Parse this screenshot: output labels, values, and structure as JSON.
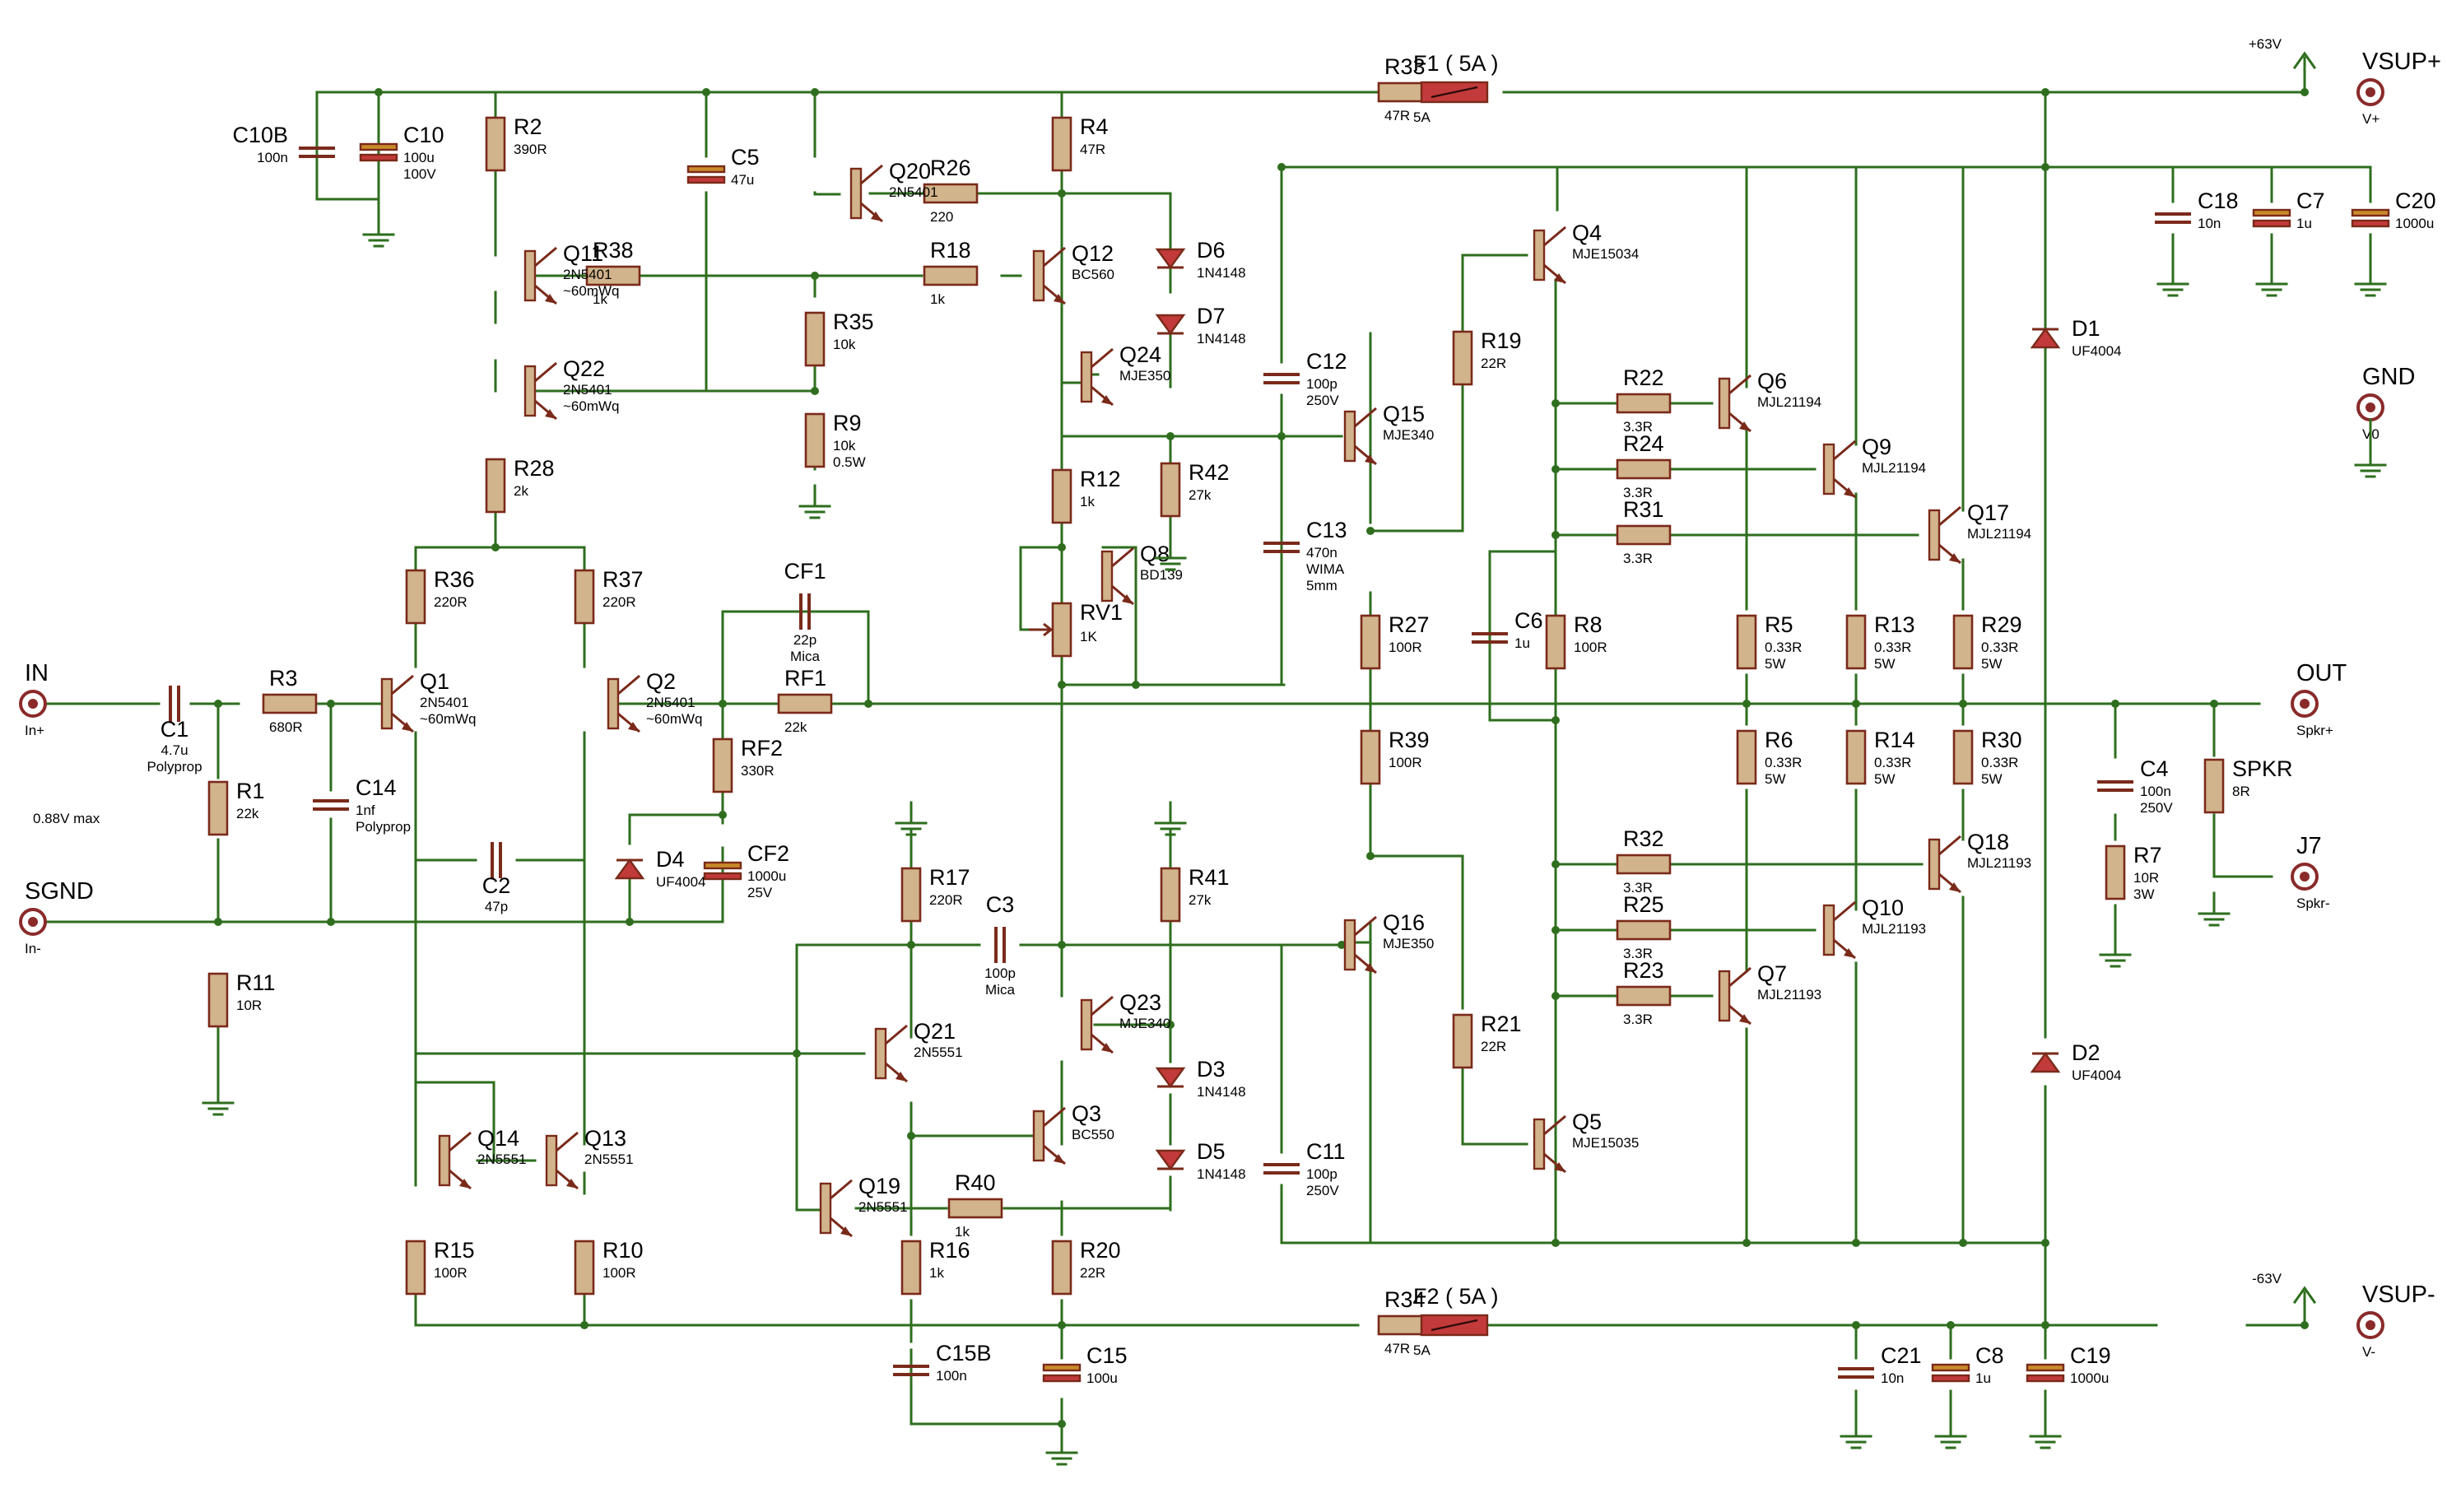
{
  "resistors": [
    {
      "ref": "R33",
      "val": "47R"
    },
    {
      "ref": "R2",
      "val": "390R"
    },
    {
      "ref": "R4",
      "val": "47R"
    },
    {
      "ref": "R26",
      "val": "220"
    },
    {
      "ref": "R38",
      "val": "1k"
    },
    {
      "ref": "R18",
      "val": "1k"
    },
    {
      "ref": "R35",
      "val": "10k"
    },
    {
      "ref": "R9",
      "val": "10k",
      "val2": "0.5W"
    },
    {
      "ref": "R28",
      "val": "2k"
    },
    {
      "ref": "R12",
      "val": "1k"
    },
    {
      "ref": "R42",
      "val": "27k"
    },
    {
      "ref": "R19",
      "val": "22R"
    },
    {
      "ref": "R22",
      "val": "3.3R"
    },
    {
      "ref": "R24",
      "val": "3.3R"
    },
    {
      "ref": "R31",
      "val": "3.3R"
    },
    {
      "ref": "R36",
      "val": "220R"
    },
    {
      "ref": "R37",
      "val": "220R"
    },
    {
      "ref": "R3",
      "val": "680R"
    },
    {
      "ref": "R1",
      "val": "22k"
    },
    {
      "ref": "R11",
      "val": "10R"
    },
    {
      "ref": "RF1",
      "val": "22k"
    },
    {
      "ref": "RF2",
      "val": "330R"
    },
    {
      "ref": "R27",
      "val": "100R"
    },
    {
      "ref": "R39",
      "val": "100R"
    },
    {
      "ref": "R8",
      "val": "100R"
    },
    {
      "ref": "R5",
      "val": "0.33R",
      "val2": "5W"
    },
    {
      "ref": "R13",
      "val": "0.33R",
      "val2": "5W"
    },
    {
      "ref": "R29",
      "val": "0.33R",
      "val2": "5W"
    },
    {
      "ref": "R6",
      "val": "0.33R",
      "val2": "5W"
    },
    {
      "ref": "R14",
      "val": "0.33R",
      "val2": "5W"
    },
    {
      "ref": "R30",
      "val": "0.33R",
      "val2": "5W"
    },
    {
      "ref": "R7",
      "val": "10R",
      "val2": "3W"
    },
    {
      "ref": "R17",
      "val": "220R"
    },
    {
      "ref": "R41",
      "val": "27k"
    },
    {
      "ref": "R32",
      "val": "3.3R"
    },
    {
      "ref": "R25",
      "val": "3.3R"
    },
    {
      "ref": "R23",
      "val": "3.3R"
    },
    {
      "ref": "R21",
      "val": "22R"
    },
    {
      "ref": "R40",
      "val": "1k"
    },
    {
      "ref": "R15",
      "val": "100R"
    },
    {
      "ref": "R10",
      "val": "100R"
    },
    {
      "ref": "R16",
      "val": "1k"
    },
    {
      "ref": "R20",
      "val": "22R"
    },
    {
      "ref": "R34",
      "val": "47R"
    },
    {
      "ref": "SPKR",
      "val": "8R"
    },
    {
      "ref": "RV1",
      "val": "1K"
    }
  ],
  "capacitors": [
    {
      "ref": "C10B",
      "val": "100n"
    },
    {
      "ref": "C10",
      "val": "100u",
      "val2": "100V"
    },
    {
      "ref": "C5",
      "val": "47u"
    },
    {
      "ref": "C12",
      "val": "100p",
      "val2": "250V"
    },
    {
      "ref": "C13",
      "val": "470n",
      "val2": "WIMA",
      "val3": "5mm"
    },
    {
      "ref": "C18",
      "val": "10n"
    },
    {
      "ref": "C7",
      "val": "1u"
    },
    {
      "ref": "C20",
      "val": "1000u"
    },
    {
      "ref": "C1",
      "val": "4.7u",
      "val2": "Polyprop"
    },
    {
      "ref": "C14",
      "val": "1nf",
      "val2": "Polyprop"
    },
    {
      "ref": "CF1",
      "val": "22p",
      "val2": "Mica"
    },
    {
      "ref": "C2",
      "val": "47p"
    },
    {
      "ref": "CF2",
      "val": "1000u",
      "val2": "25V"
    },
    {
      "ref": "C6",
      "val": "1u"
    },
    {
      "ref": "C4",
      "val": "100n",
      "val2": "250V"
    },
    {
      "ref": "C3",
      "val": "100p",
      "val2": "Mica"
    },
    {
      "ref": "C11",
      "val": "100p",
      "val2": "250V"
    },
    {
      "ref": "C15B",
      "val": "100n"
    },
    {
      "ref": "C15",
      "val": "100u"
    },
    {
      "ref": "C21",
      "val": "10n"
    },
    {
      "ref": "C8",
      "val": "1u"
    },
    {
      "ref": "C19",
      "val": "1000u"
    }
  ],
  "transistors": [
    {
      "ref": "Q11",
      "val": "2N5401",
      "val2": "~60mWq"
    },
    {
      "ref": "Q22",
      "val": "2N5401",
      "val2": "~60mWq"
    },
    {
      "ref": "Q20",
      "val": "2N5401"
    },
    {
      "ref": "Q12",
      "val": "BC560"
    },
    {
      "ref": "Q24",
      "val": "MJE350"
    },
    {
      "ref": "Q8",
      "val": "BD139"
    },
    {
      "ref": "Q4",
      "val": "MJE15034"
    },
    {
      "ref": "Q15",
      "val": "MJE340"
    },
    {
      "ref": "Q6",
      "val": "MJL21194"
    },
    {
      "ref": "Q9",
      "val": "MJL21194"
    },
    {
      "ref": "Q17",
      "val": "MJL21194"
    },
    {
      "ref": "Q1",
      "val": "2N5401",
      "val2": "~60mWq"
    },
    {
      "ref": "Q2",
      "val": "2N5401",
      "val2": "~60mWq"
    },
    {
      "ref": "Q18",
      "val": "MJL21193"
    },
    {
      "ref": "Q10",
      "val": "MJL21193"
    },
    {
      "ref": "Q7",
      "val": "MJL21193"
    },
    {
      "ref": "Q16",
      "val": "MJE350"
    },
    {
      "ref": "Q5",
      "val": "MJE15035"
    },
    {
      "ref": "Q21",
      "val": "2N5551"
    },
    {
      "ref": "Q23",
      "val": "MJE340"
    },
    {
      "ref": "Q3",
      "val": "BC550"
    },
    {
      "ref": "Q19",
      "val": "2N5551"
    },
    {
      "ref": "Q14",
      "val": "2N5551"
    },
    {
      "ref": "Q13",
      "val": "2N5551"
    }
  ],
  "diodes": [
    {
      "ref": "D6",
      "val": "1N4148"
    },
    {
      "ref": "D7",
      "val": "1N4148"
    },
    {
      "ref": "D1",
      "val": "UF4004"
    },
    {
      "ref": "D4",
      "val": "UF4004"
    },
    {
      "ref": "D3",
      "val": "1N4148"
    },
    {
      "ref": "D5",
      "val": "1N4148"
    },
    {
      "ref": "D2",
      "val": "UF4004"
    }
  ],
  "fuses": [
    {
      "ref": "F1 ( 5A )",
      "val": "5A"
    },
    {
      "ref": "F2 ( 5A )",
      "val": "5A"
    }
  ],
  "terminals": [
    {
      "ref": "VSUP+",
      "pin": "V+"
    },
    {
      "ref": "VSUP-",
      "pin": "V-"
    },
    {
      "ref": "GND",
      "pin": "V0"
    },
    {
      "ref": "IN",
      "pin": "In+"
    },
    {
      "ref": "SGND",
      "pin": "In-"
    },
    {
      "ref": "OUT",
      "pin": "Spkr+"
    },
    {
      "ref": "J7",
      "pin": "Spkr-"
    }
  ],
  "rails": {
    "pos": "+63V",
    "neg": "-63V"
  },
  "note": "0.88V max"
}
